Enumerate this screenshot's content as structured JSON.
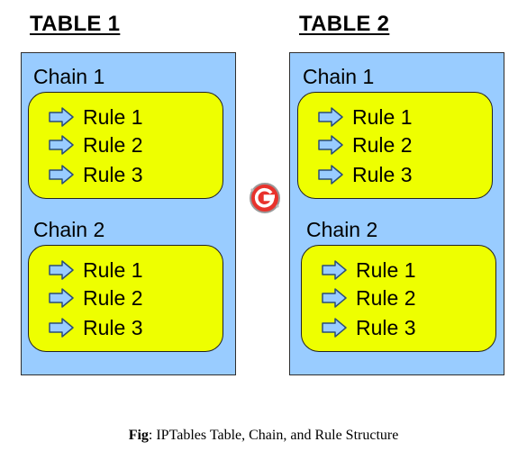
{
  "tables": [
    {
      "title": "TABLE 1",
      "chains": [
        {
          "title": "Chain 1",
          "rules": [
            "Rule 1",
            "Rule 2",
            "Rule 3"
          ]
        },
        {
          "title": "Chain 2",
          "rules": [
            "Rule 1",
            "Rule 2",
            "Rule 3"
          ]
        }
      ]
    },
    {
      "title": "TABLE 2",
      "chains": [
        {
          "title": "Chain 1",
          "rules": [
            "Rule 1",
            "Rule 2",
            "Rule 3"
          ]
        },
        {
          "title": "Chain 2",
          "rules": [
            "Rule 1",
            "Rule 2",
            "Rule 3"
          ]
        }
      ]
    }
  ],
  "caption": {
    "prefix": "Fig",
    "text": ": IPTables Table, Chain, and Rule Structure"
  },
  "colors": {
    "table_fill": "#99ccff",
    "chain_fill": "#eeff00",
    "arrow_fill": "#99ccff",
    "logo_red": "#e8322c"
  },
  "icons": {
    "rule": "right-arrow-icon",
    "center": "g-logo-icon"
  }
}
